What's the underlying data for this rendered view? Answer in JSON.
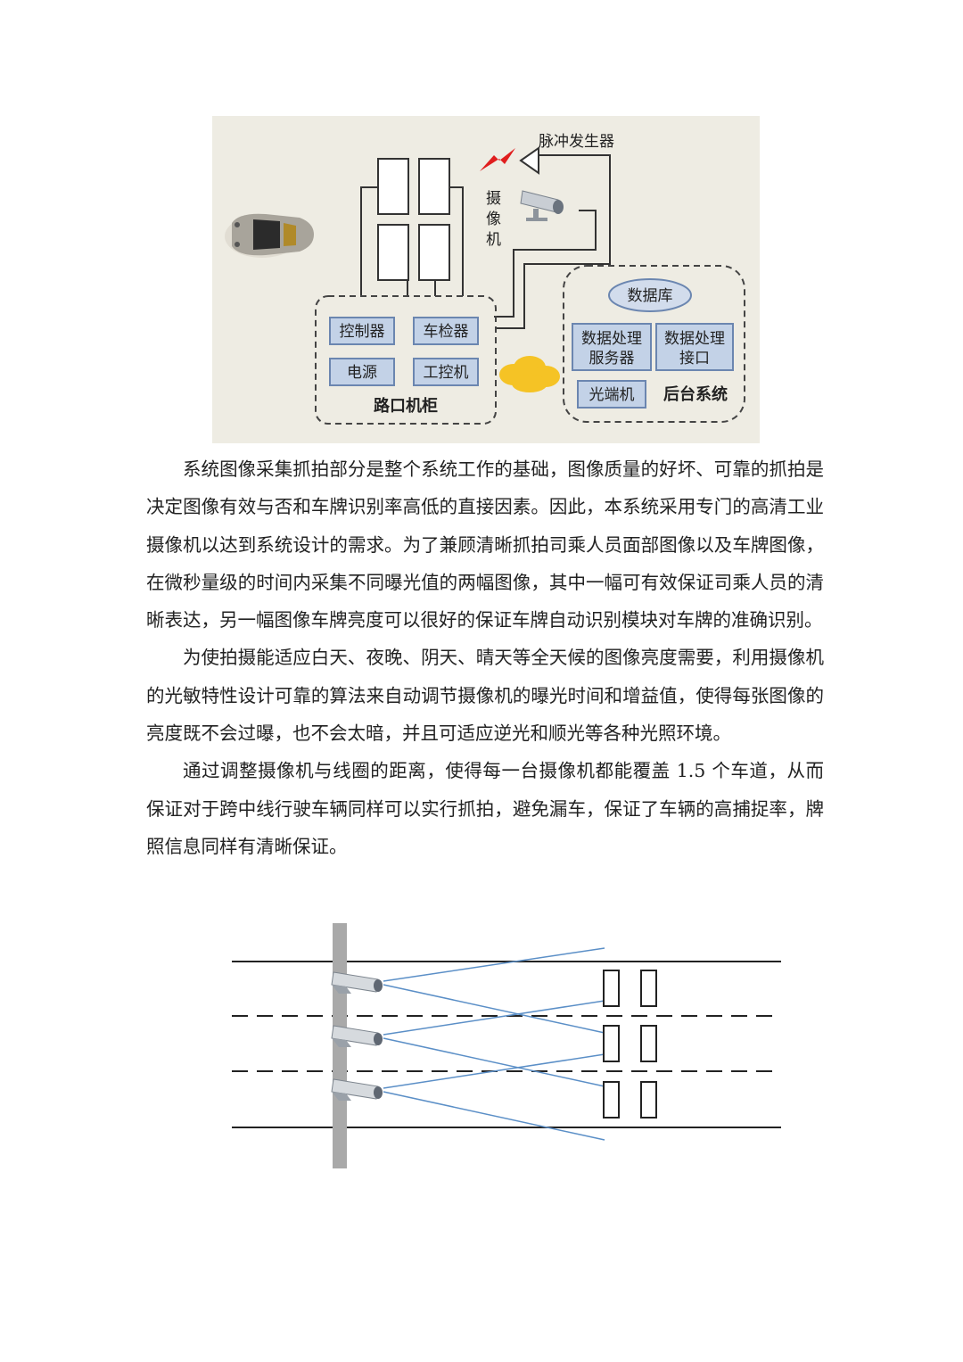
{
  "figure1": {
    "pulse_generator": "脉冲发生器",
    "camera_label": [
      "摄",
      "像",
      "机"
    ],
    "cabinet": {
      "title": "路口机柜",
      "controller": "控制器",
      "vehicle_detector": "车检器",
      "power": "电源",
      "industrial_pc": "工控机"
    },
    "backend": {
      "title": "后台系统",
      "database": "数据库",
      "server_line1": "数据处理",
      "server_line2": "服务器",
      "interface_line1": "数据处理",
      "interface_line2": "接口",
      "optical": "光端机"
    },
    "colors": {
      "background": "#eeece3",
      "module_fill": "#c3d2e7",
      "module_border": "#6b86b0",
      "database_fill": "#d2dcec",
      "cloud": "#f5c325",
      "bolt": "#e01e1e"
    }
  },
  "paragraphs": [
    "系统图像采集抓拍部分是整个系统工作的基础，图像质量的好坏、可靠的抓拍是决定图像有效与否和车牌识别率高低的直接因素。因此，本系统采用专门的高清工业摄像机以达到系统设计的需求。为了兼顾清晰抓拍司乘人员面部图像以及车牌图像，在微秒量级的时间内采集不同曝光值的两幅图像，其中一幅可有效保证司乘人员的清晰表达，另一幅图像车牌亮度可以很好的保证车牌自动识别模块对车牌的准确识别。",
    "为使拍摄能适应白天、夜晚、阴天、晴天等全天候的图像亮度需要，利用摄像机的光敏特性设计可靠的算法来自动调节摄像机的曝光时间和增益值，使得每张图像的亮度既不会过曝，也不会太暗，并且可适应逆光和顺光等各种光照环境。",
    "通过调整摄像机与线圈的距离，使得每一台摄像机都能覆盖 1.5 个车道，从而保证对于跨中线行驶车辆同样可以实行抓拍，避免漏车，保证了车辆的高捕捉率，牌照信息同样有清晰保证。"
  ],
  "figure2": {
    "colors": {
      "pole": "#a9a9a9",
      "sight_lines": "#5b8fc7",
      "road_lines": "#222222"
    }
  }
}
